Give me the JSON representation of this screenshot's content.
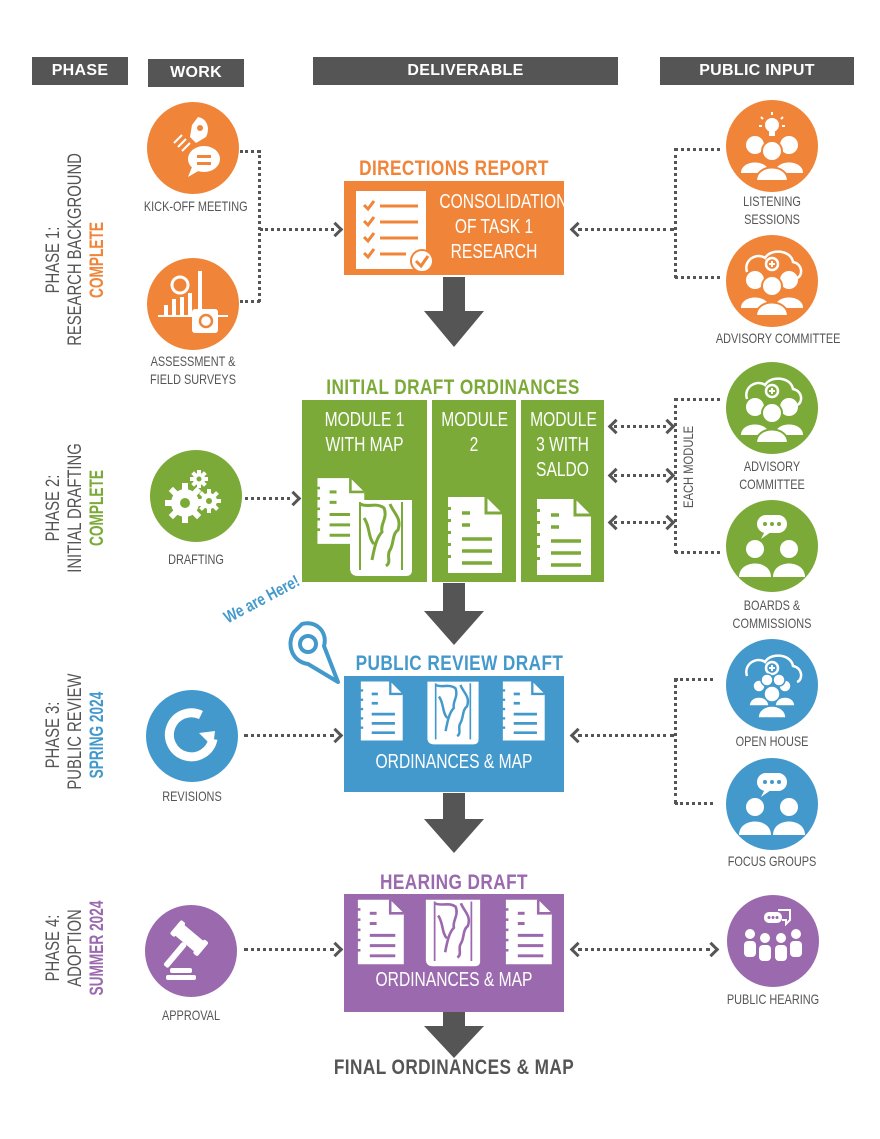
{
  "headers": {
    "phase": "PHASE",
    "work": "WORK",
    "deliverable": "DELIVERABLE",
    "public_input": "PUBLIC INPUT"
  },
  "colors": {
    "orange": "#F0853A",
    "green": "#7BAA38",
    "blue": "#4499CC",
    "purple": "#9B69AE",
    "dark": "#555555"
  },
  "phases": [
    {
      "line1": "PHASE 1:",
      "line2": "RESEARCH BACKGROUND",
      "status": "COMPLETE"
    },
    {
      "line1": "PHASE 2:",
      "line2": "INITIAL DRAFTING",
      "status": "COMPLETE"
    },
    {
      "line1": "PHASE 3:",
      "line2": "PUBLIC REVIEW",
      "status": "SPRING 2024"
    },
    {
      "line1": "PHASE 4:",
      "line2": "ADOPTION",
      "status": "SUMMER 2024"
    }
  ],
  "work": [
    {
      "label": "KICK-OFF MEETING",
      "icon": "rocket-chat-icon"
    },
    {
      "label1": "ASSESSMENT &",
      "label2": "FIELD SURVEYS",
      "icon": "chart-camera-icon"
    },
    {
      "label": "DRAFTING",
      "icon": "gears-icon"
    },
    {
      "label": "REVISIONS",
      "icon": "refresh-icon"
    },
    {
      "label": "APPROVAL",
      "icon": "gavel-icon"
    }
  ],
  "deliverables": {
    "directions": {
      "title": "DIRECTIONS REPORT",
      "lines": [
        "CONSOLIDATION",
        "OF TASK 1",
        "RESEARCH"
      ]
    },
    "initial": {
      "title": "INITIAL DRAFT ORDINANCES",
      "modules": [
        {
          "lines": [
            "MODULE 1",
            "WITH MAP"
          ]
        },
        {
          "lines": [
            "MODULE",
            "2"
          ]
        },
        {
          "lines": [
            "MODULE",
            "3 WITH",
            "SALDO"
          ]
        }
      ]
    },
    "public_review": {
      "title": "PUBLIC REVIEW DRAFT",
      "subtitle": "ORDINANCES & MAP"
    },
    "hearing": {
      "title": "HEARING DRAFT",
      "subtitle": "ORDINANCES & MAP"
    },
    "final": "FINAL ORDINANCES & MAP"
  },
  "we_are_here": "We are Here!",
  "each_module": "EACH MODULE",
  "public_input": [
    {
      "label1": "LISTENING",
      "label2": "SESSIONS",
      "icon": "lightbulb-group-icon"
    },
    {
      "label1": "ADVISORY COMMITTEE",
      "icon": "cloud-group-icon"
    },
    {
      "label1": "ADVISORY",
      "label2": "COMMITTEE",
      "icon": "cloud-group-icon"
    },
    {
      "label1": "BOARDS &",
      "label2": "COMMISSIONS",
      "icon": "chat-pair-icon"
    },
    {
      "label1": "OPEN HOUSE",
      "icon": "cloud-crowd-icon"
    },
    {
      "label1": "FOCUS GROUPS",
      "icon": "chat-pair-icon"
    },
    {
      "label1": "PUBLIC HEARING",
      "icon": "crowd-chat-icon"
    }
  ]
}
